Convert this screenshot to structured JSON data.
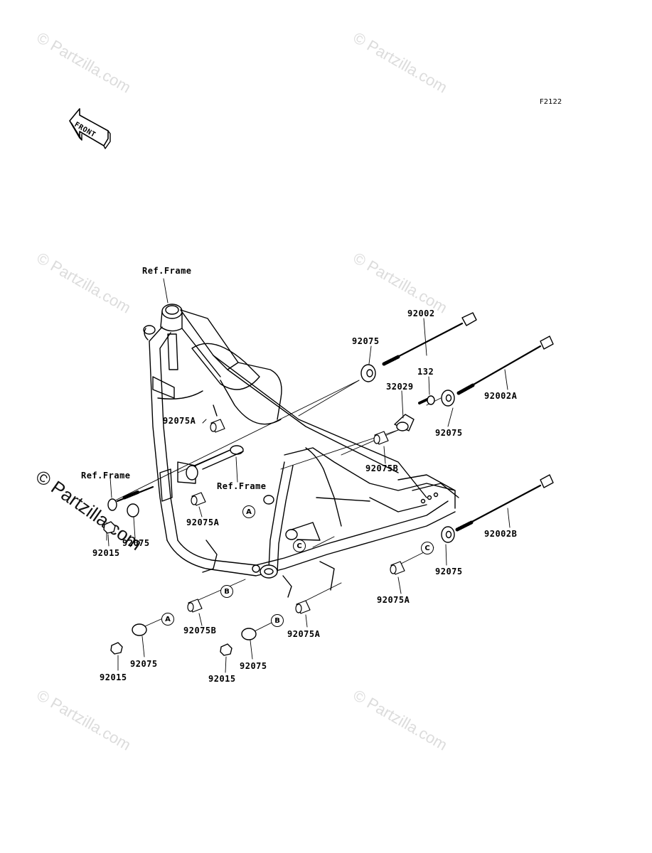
{
  "diagram_code": "F2122",
  "front_arrow": "FRONT",
  "watermark": "© Partzilla.com",
  "ref_labels": {
    "top": "Ref.Frame",
    "left": "Ref.Frame",
    "middle": "Ref.Frame"
  },
  "part_labels": {
    "p92002": "92002",
    "p92002a": "92002A",
    "p92002b": "92002B",
    "p92075_top": "92075",
    "p132": "132",
    "p32029": "32029",
    "p92075_right": "92075",
    "p92075b_right": "92075B",
    "p92075a_upper": "92075A",
    "p92075a_mid": "92075A",
    "p92075_left": "92075",
    "p92015_left": "92015",
    "p92075_rightlow": "92075",
    "p92075a_rightlow": "92075A",
    "p92075b_bottom": "92075B",
    "p92075_bottom_left": "92075",
    "p92015_bottom_left": "92015",
    "p92075a_bottom": "92075A",
    "p92075_bottom_mid": "92075",
    "p92015_bottom_mid": "92015"
  },
  "callouts": {
    "a1": "A",
    "a2": "A",
    "b1": "B",
    "b2": "B",
    "c1": "C",
    "c2": "C"
  },
  "colors": {
    "line": "#000000",
    "watermark": "#dcdcdc"
  }
}
